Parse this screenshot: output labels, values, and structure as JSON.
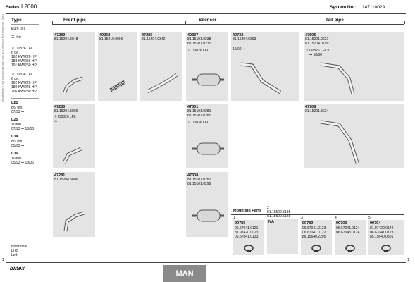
{
  "header": {
    "series_label": "Series",
    "series_value": "L2000",
    "system_label": "System No.:",
    "system_value": "147110029"
  },
  "side_vertical_text": "Manufacturer's part numbers are used only as a reference for comparison. Dinex",
  "sidebar": {
    "type_label": "Type",
    "euro": "Euro II/III",
    "icons_text": "☷ ✉⊗",
    "engines": [
      {
        "code": "D0826 LFL",
        "lines": [
          "6 cyl.",
          "162 KW/220 HP",
          "188 KW/256 HP",
          "191 KW/260 HP"
        ]
      },
      {
        "code": "D0836 LFL",
        "lines": [
          "6 cyl.",
          "162 KW/220 HP",
          "180 KW/245 HP",
          "206 KW/280 HP"
        ]
      }
    ],
    "models": [
      {
        "name": "L21",
        "lines": [
          "8/9 ton.",
          "07/93 ➔"
        ]
      },
      {
        "name": "L25",
        "lines": [
          "10 ton.",
          "07/93 ➔ 13/06"
        ]
      },
      {
        "name": "L34",
        "lines": [
          "8/9 ton.",
          "05/93 ➔"
        ]
      },
      {
        "name": "L36",
        "lines": [
          "10 ton.",
          "05/93 ➔ 13/06"
        ]
      }
    ],
    "orientation": [
      "Horizontal",
      "LHD",
      "Left"
    ]
  },
  "columns": {
    "front": "Front pipe",
    "silencer": "Silencer",
    "tail": "Tail pipe"
  },
  "parts": [
    {
      "id": "p47289",
      "num": "47289",
      "refs": [
        "81.15204.5848"
      ]
    },
    {
      "id": "p49268",
      "num": "49268",
      "refs": [
        "81.15210.0096"
      ]
    },
    {
      "id": "p47285",
      "num": "47285",
      "refs": [
        "81.15204.0342"
      ]
    },
    {
      "id": "p49337",
      "num": "49337",
      "refs": [
        "81.15101.0238",
        "81.15101.0230"
      ],
      "note": "D0826 LFL"
    },
    {
      "id": "p49732",
      "num": "49732",
      "refs": [
        "81.15204.0393"
      ],
      "note": "19/00 ➔"
    },
    {
      "id": "p47605",
      "num": "47605",
      "refs": [
        "81.15201.0621",
        "81.15204.0199"
      ],
      "note": "D0826 LFL10",
      "note2": "➔ 18/00"
    },
    {
      "id": "p47280",
      "num": "47280",
      "refs": [
        "81.15204.5809"
      ],
      "note": "D0826 LFL",
      "note2": "⚠"
    },
    {
      "id": "p47301",
      "num": "47301",
      "refs": [
        "81.15101.0281",
        "81.15101.0280"
      ],
      "note": "D0836 LFL"
    },
    {
      "id": "p47708",
      "num": "47708",
      "refs": [
        "81.15201.5624"
      ]
    },
    {
      "id": "p47281",
      "num": "47281",
      "refs": [
        "81.15204.5806"
      ]
    },
    {
      "id": "p47308",
      "num": "47308",
      "refs": [
        "81.15101.0282",
        "81.15101.0296"
      ]
    }
  ],
  "mounting": {
    "title": "Mounting Parts",
    "cols": [
      {
        "idx": "1",
        "part": "99785",
        "refs": [
          "06.67041.0121",
          "81.97420.0023",
          "06.67041.0133"
        ]
      },
      {
        "idx": "2",
        "part": "NA",
        "header": [
          "81.15502.5135 /",
          "81.15502.5188"
        ],
        "refs": []
      },
      {
        "idx": "3",
        "part": "99789",
        "refs": [
          "06.67041.0123",
          "06.67041.0122",
          "86.15640.2205"
        ]
      },
      {
        "idx": "4",
        "part": "99700",
        "refs": [
          "06.67041.0124",
          "06.67043.0124"
        ]
      },
      {
        "idx": "5",
        "part": "99794",
        "refs": [
          "81.97420.0140",
          "06.67041.0123",
          "85.15640.0301"
        ]
      }
    ]
  },
  "footer": {
    "logo": "dinex",
    "brand": "MAN",
    "left_mark": "1",
    "right_mark": "1"
  }
}
